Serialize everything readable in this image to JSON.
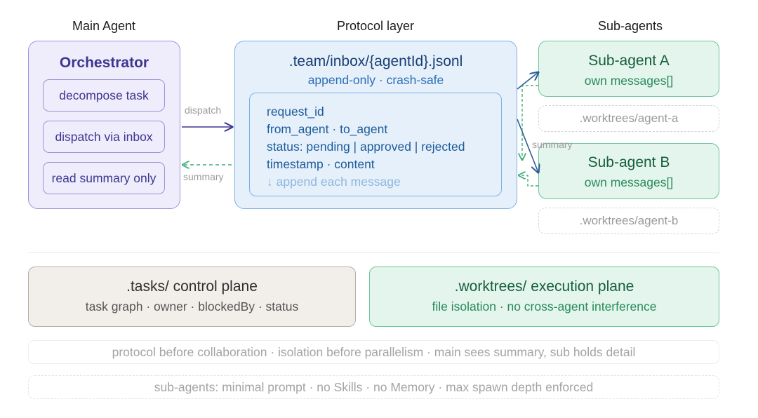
{
  "headings": {
    "main_agent": "Main Agent",
    "protocol_layer": "Protocol layer",
    "sub_agents": "Sub-agents"
  },
  "main_agent": {
    "title": "Orchestrator",
    "items": [
      "decompose task",
      "dispatch via inbox",
      "read summary only"
    ]
  },
  "protocol": {
    "path": ".team/inbox/{agentId}.jsonl",
    "subtitle": "append-only · crash-safe",
    "fields": [
      "request_id",
      "from_agent · to_agent",
      "status: pending | approved | rejected",
      "timestamp · content",
      "↓ append each message"
    ]
  },
  "connectors": {
    "dispatch": "dispatch",
    "summary_left": "summary",
    "summary_right": "summary"
  },
  "sub_agents": [
    {
      "title": "Sub-agent A",
      "messages": "own messages[]",
      "worktree": ".worktrees/agent-a"
    },
    {
      "title": "Sub-agent B",
      "messages": "own messages[]",
      "worktree": ".worktrees/agent-b"
    }
  ],
  "planes": {
    "tasks": {
      "title": ".tasks/ control plane",
      "subtitle": "task graph · owner · blockedBy · status"
    },
    "worktrees": {
      "title": ".worktrees/ execution plane",
      "subtitle": "file isolation · no cross-agent interference"
    }
  },
  "notes": [
    "protocol before collaboration · isolation before parallelism · main sees summary, sub holds detail",
    "sub-agents: minimal prompt · no Skills · no Memory · max spawn depth enforced"
  ],
  "colors": {
    "main_accent": "#3d3691",
    "protocol_accent": "#1c5c9b",
    "sub_accent": "#165e3c",
    "dispatch_arrow": "#3d3691",
    "summary_arrow": "#3fae7c"
  }
}
